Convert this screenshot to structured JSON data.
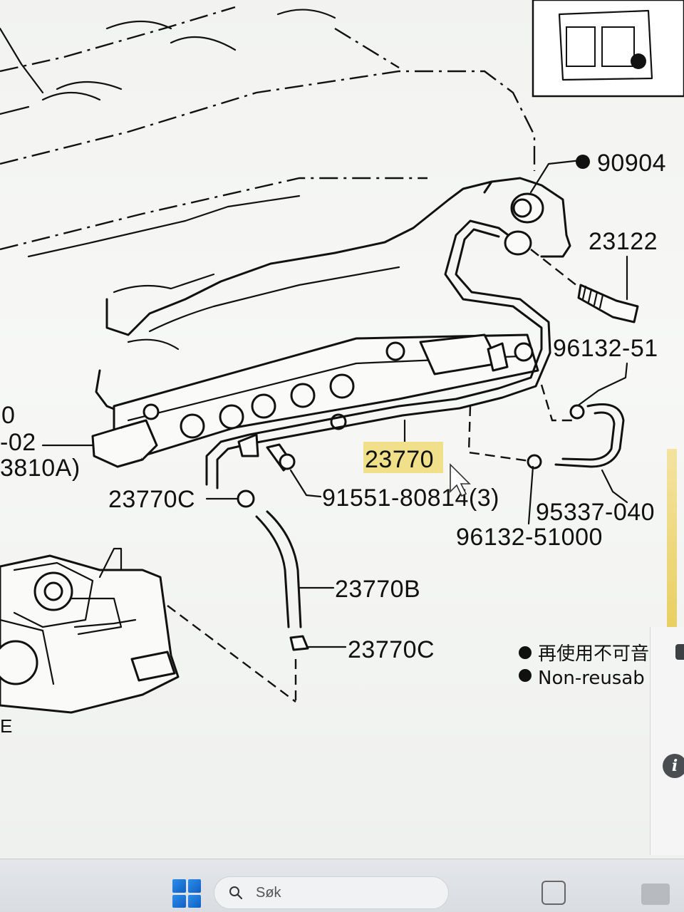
{
  "diagram": {
    "part_numbers": {
      "p90904": "90904",
      "p23122": "23122",
      "p96132_top": "96132-51",
      "p23770": "23770",
      "p91551": "91551-80814(3)",
      "p95337": "95337-040",
      "p96132_bottom": "96132-51000",
      "p23770c_left": "23770C",
      "p23770b": "23770B",
      "p23770c_bottom": "23770C",
      "left_partial_1": "0",
      "left_partial_2": "-02",
      "left_partial_3": "3810A)",
      "left_partial_4": "E"
    },
    "highlight_color": "#f0e08a",
    "legend": {
      "reuse_jp": "再使用不可音",
      "reuse_en": "Non-reusab"
    }
  },
  "taskbar": {
    "search_placeholder": "Søk",
    "accent_color": "#1a73d9"
  },
  "side_panel": {
    "info_label": "i"
  },
  "icons": {
    "start": "windows-start-icon",
    "search": "search-icon",
    "info": "info-icon"
  }
}
